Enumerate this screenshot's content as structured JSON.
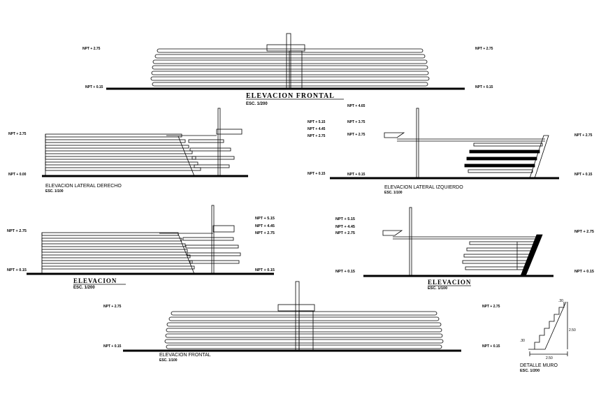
{
  "drawings": {
    "frontal_top": {
      "title": "ELEVACION FRONTAL",
      "scale": "ESC. 1/200",
      "level_top_left": "NPT + 2.75",
      "level_top_right": "NPT + 2.75",
      "level_bottom_left": "NPT + 0.15",
      "level_bottom_right": "NPT + 0.15"
    },
    "lateral_derecho": {
      "title": "ELEVACION LATERAL DERECHO",
      "scale": "ESC. 1/100",
      "level_left_top": "NPT + 2.75",
      "level_left_bottom": "NPT + 0.00",
      "level_right_1": "NPT + 5.15",
      "level_right_2": "NPT + 4.45",
      "level_right_3": "NPT + 2.75",
      "level_right_bottom": "NPT + 0.15"
    },
    "lateral_izquierdo": {
      "title": "ELEVACION LATERAL IZQUIERDO",
      "scale": "ESC. 1/100",
      "level_left_1": "NPT + 4.65",
      "level_left_2": "NPT + 3.75",
      "level_left_3": "NPT + 2.75",
      "level_left_bottom": "NPT + 0.15",
      "level_right_top": "NPT + 2.75",
      "level_right_bottom": "NPT + 0.15"
    },
    "elevacion_left": {
      "title": "ELEVACION",
      "scale": "ESC. 1/200",
      "level_left_top": "NPT + 2.75",
      "level_left_bottom": "NPT + 0.15",
      "level_right_1": "NPT + 5.15",
      "level_right_2": "NPT + 4.45",
      "level_right_3": "NPT + 2.75",
      "level_right_bottom": "NPT + 0.15"
    },
    "elevacion_right": {
      "title": "ELEVACION",
      "scale": "ESC. 1/100",
      "level_left_1": "NPT + 5.15",
      "level_left_2": "NPT + 4.45",
      "level_left_3": "NPT + 2.75",
      "level_left_bottom": "NPT + 0.15",
      "level_right_top": "NPT + 2.75",
      "level_right_bottom": "NPT + 0.15"
    },
    "frontal_bottom": {
      "title": "ELEVACION FRONTAL",
      "scale": "ESC. 1/100",
      "level_top_left": "NPT + 2.75",
      "level_top_right": "NPT + 2.75",
      "level_bottom_left": "NPT + 0.15",
      "level_bottom_right": "NPT + 0.15"
    },
    "detalle_muro": {
      "title": "DETALLE MURO",
      "scale": "ESC. 1/200",
      "dim_height": "2.50",
      "dim_width": "2.50",
      "dim_step": ".30",
      "dim_top": ".30"
    }
  }
}
